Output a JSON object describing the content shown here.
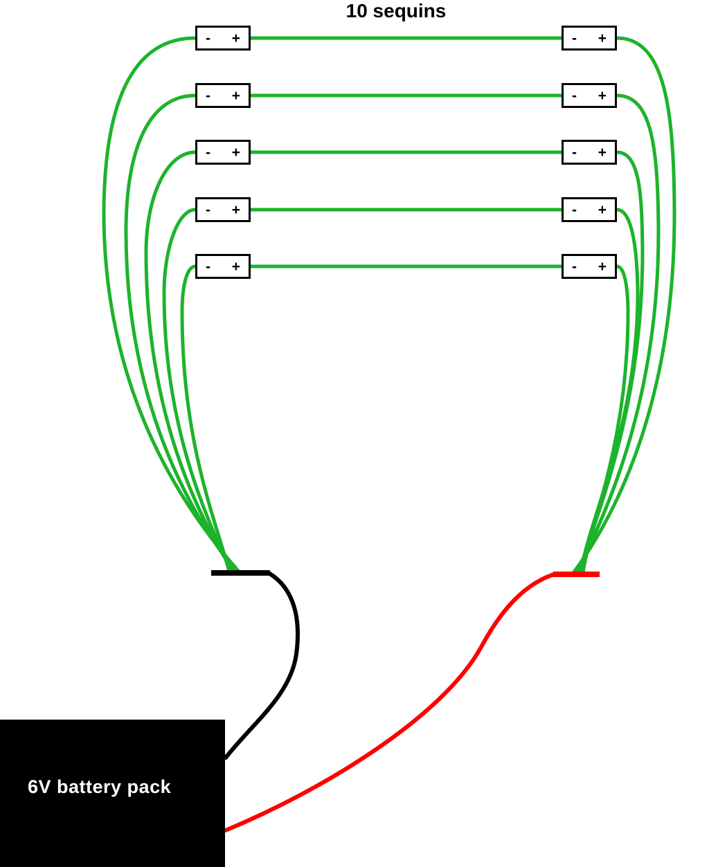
{
  "title": "10 sequins",
  "labels": {
    "minus": "-",
    "plus": "+"
  },
  "battery": {
    "label": "6V battery pack"
  },
  "colors": {
    "green_wire": "#1db32c",
    "negative_wire": "#000000",
    "positive_wire": "#ff0000",
    "sequin_border": "#000000",
    "battery_bg": "#000000",
    "battery_text": "#ffffff"
  },
  "diagram": {
    "sequin_count": 10,
    "rows": 5,
    "columns": 2
  }
}
